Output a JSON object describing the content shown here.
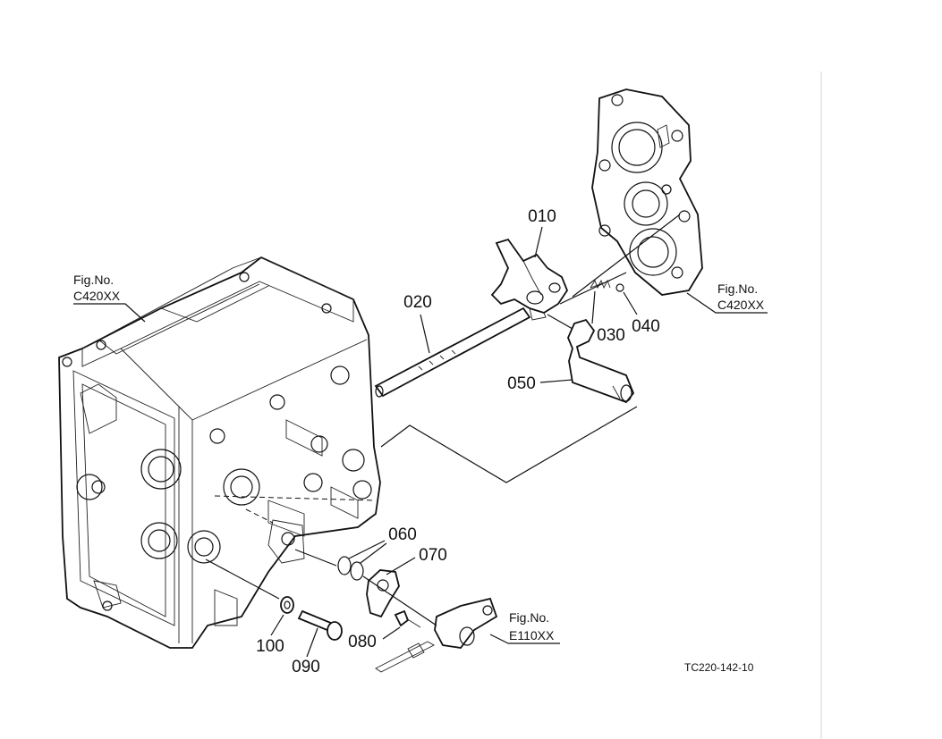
{
  "parts": [
    {
      "id": "part-010",
      "number": "010"
    },
    {
      "id": "part-020",
      "number": "020"
    },
    {
      "id": "part-030",
      "number": "030"
    },
    {
      "id": "part-040",
      "number": "040"
    },
    {
      "id": "part-050",
      "number": "050"
    },
    {
      "id": "part-060",
      "number": "060"
    },
    {
      "id": "part-070",
      "number": "070"
    },
    {
      "id": "part-080",
      "number": "080"
    },
    {
      "id": "part-090",
      "number": "090"
    },
    {
      "id": "part-100",
      "number": "100"
    }
  ],
  "figure_refs": [
    {
      "prefix": "Fig.No.",
      "code": "C420XX"
    },
    {
      "prefix": "Fig.No.",
      "code": "C420XX"
    },
    {
      "prefix": "Fig.No.",
      "code": "E110XX"
    }
  ],
  "drawing_code": "TC220-142-10"
}
